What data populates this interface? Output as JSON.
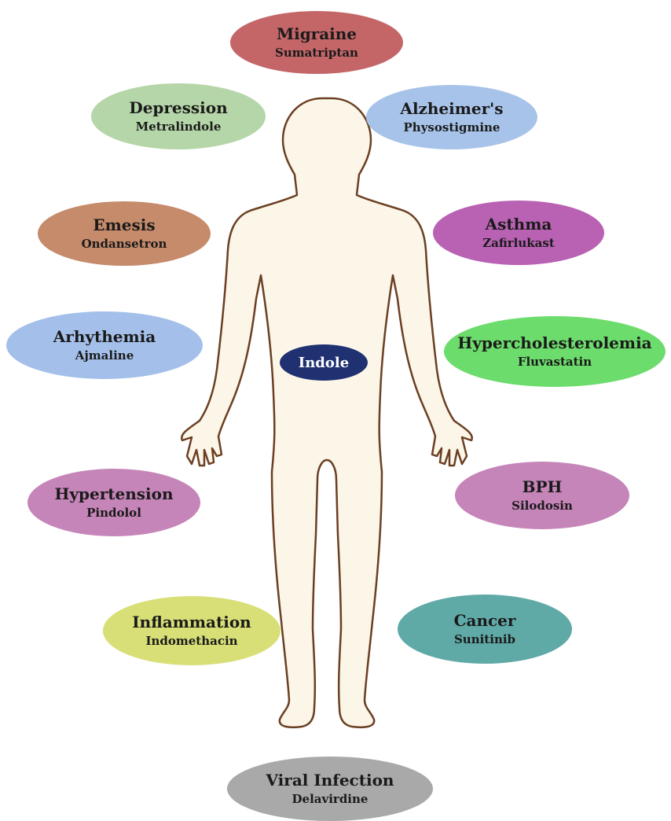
{
  "center_label": "Indole",
  "conditions": [
    {
      "id": "migraine",
      "disease": "Migraine",
      "drug": "Sumatriptan",
      "color": "#c46668"
    },
    {
      "id": "depression",
      "disease": "Depression",
      "drug": "Metralindole",
      "color": "#b5d6a8"
    },
    {
      "id": "alzheimers",
      "disease": "Alzheimer's",
      "drug": "Physostigmine",
      "color": "#a7c3e9"
    },
    {
      "id": "emesis",
      "disease": "Emesis",
      "drug": "Ondansetron",
      "color": "#c58b6b"
    },
    {
      "id": "asthma",
      "disease": "Asthma",
      "drug": "Zafirlukast",
      "color": "#b961b3"
    },
    {
      "id": "arrhythmia",
      "disease": "Arhythemia",
      "drug": "Ajmaline",
      "color": "#a4c0ea"
    },
    {
      "id": "hypercholesterolemia",
      "disease": "Hypercholesterolemia",
      "drug": "Fluvastatin",
      "color": "#6cdc6c"
    },
    {
      "id": "hypertension",
      "disease": "Hypertension",
      "drug": "Pindolol",
      "color": "#c685b9"
    },
    {
      "id": "bph",
      "disease": "BPH",
      "drug": "Silodosin",
      "color": "#c685b9"
    },
    {
      "id": "inflammation",
      "disease": "Inflammation",
      "drug": "Indomethacin",
      "color": "#d7df76"
    },
    {
      "id": "cancer",
      "disease": "Cancer",
      "drug": "Sunitinib",
      "color": "#5fa9a7"
    },
    {
      "id": "viral-infection",
      "disease": "Viral Infection",
      "drug": "Delavirdine",
      "color": "#a9a9a9"
    }
  ]
}
